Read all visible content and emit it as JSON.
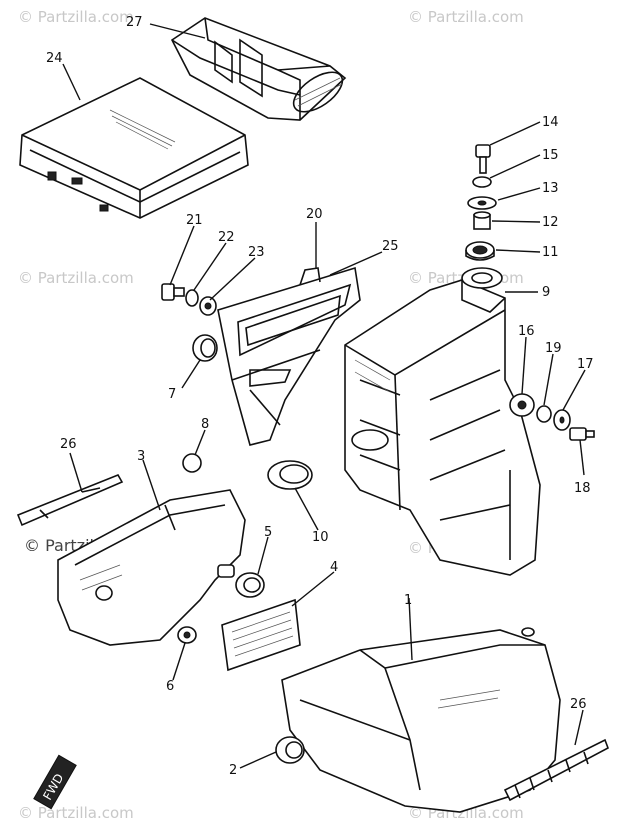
{
  "watermark": {
    "text": "© Partzilla.com",
    "prominent_text": "© Partzilla.com"
  },
  "callouts": [
    "27",
    "24",
    "14",
    "15",
    "13",
    "12",
    "11",
    "9",
    "21",
    "22",
    "23",
    "20",
    "25",
    "16",
    "19",
    "17",
    "7",
    "18",
    "8",
    "26",
    "3",
    "10",
    "5",
    "4",
    "1",
    "6",
    "26",
    "2"
  ],
  "stamp": "FWD",
  "colors": {
    "line": "#111111",
    "watermark": "#c8c8c8",
    "background": "#ffffff"
  }
}
